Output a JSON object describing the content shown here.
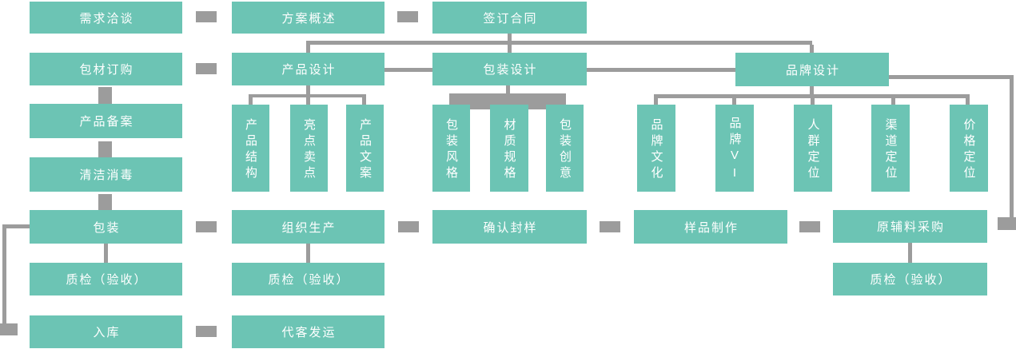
{
  "colors": {
    "node_fill": "#6cc4b4",
    "node_text": "#ffffff",
    "connector": "#9c9c9c",
    "background": "#ffffff"
  },
  "nodes": {
    "demand_talk": "需求洽谈",
    "plan_overview": "方案概述",
    "sign_contract": "签订合同",
    "material_order": "包材订购",
    "product_design": "产品设计",
    "package_design": "包装设计",
    "brand_design": "品牌设计",
    "product_filing": "产品备案",
    "cleaning_disinfect": "清洁消毒",
    "packing": "包装",
    "qc_accept": "质检（验收）",
    "warehouse_in": "入库",
    "organize_production": "组织生产",
    "customer_shipping": "代客发运",
    "confirm_sample": "确认封样",
    "sample_making": "样品制作",
    "raw_material_purchase": "原辅料采购",
    "product_structure": "产品结构",
    "highlight_selling_points": "亮点卖点",
    "product_copywriting": "产品文案",
    "package_style": "包装风格",
    "material_specs": "材质规格",
    "package_creativity": "包装创意",
    "brand_culture": "品牌文化",
    "brand_vi": "品牌VI",
    "audience_positioning": "人群定位",
    "channel_positioning": "渠道定位",
    "price_positioning": "价格定位"
  }
}
